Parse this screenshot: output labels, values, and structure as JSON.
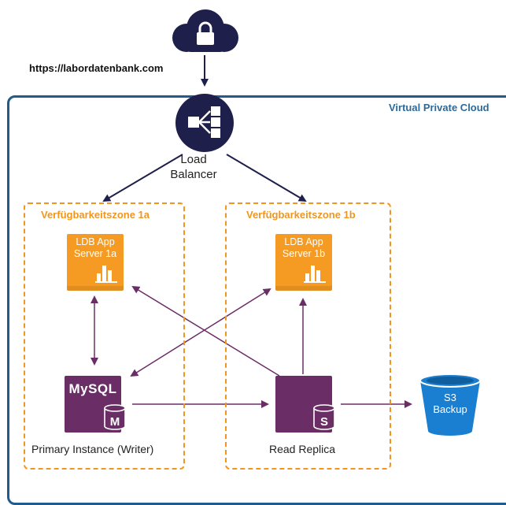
{
  "url": "https://labordatenbank.com",
  "vpc_label": "Virtual Private Cloud",
  "load_balancer": {
    "label_line1": "Load",
    "label_line2": "Balancer"
  },
  "zones": [
    {
      "label": "Verfügbarkeitszone 1a"
    },
    {
      "label": "Verfügbarkeitszone 1b"
    }
  ],
  "app_servers": [
    {
      "line1": "LDB App",
      "line2": "Server 1a"
    },
    {
      "line1": "LDB App",
      "line2": "Server 1b"
    }
  ],
  "databases": {
    "primary": {
      "title": "MySQL",
      "badge": "M",
      "caption": "Primary Instance (Writer)"
    },
    "replica": {
      "badge": "S",
      "caption": "Read Replica"
    }
  },
  "s3": {
    "line1": "S3",
    "line2": "Backup"
  },
  "colors": {
    "vpc_border": "#1f5b8e",
    "zone_border": "#f0961e",
    "app_server": "#f59b23",
    "database": "#6a2d66",
    "connector": "#6a2d66",
    "cloud": "#1e1f4b",
    "s3": "#1a7fd0"
  }
}
